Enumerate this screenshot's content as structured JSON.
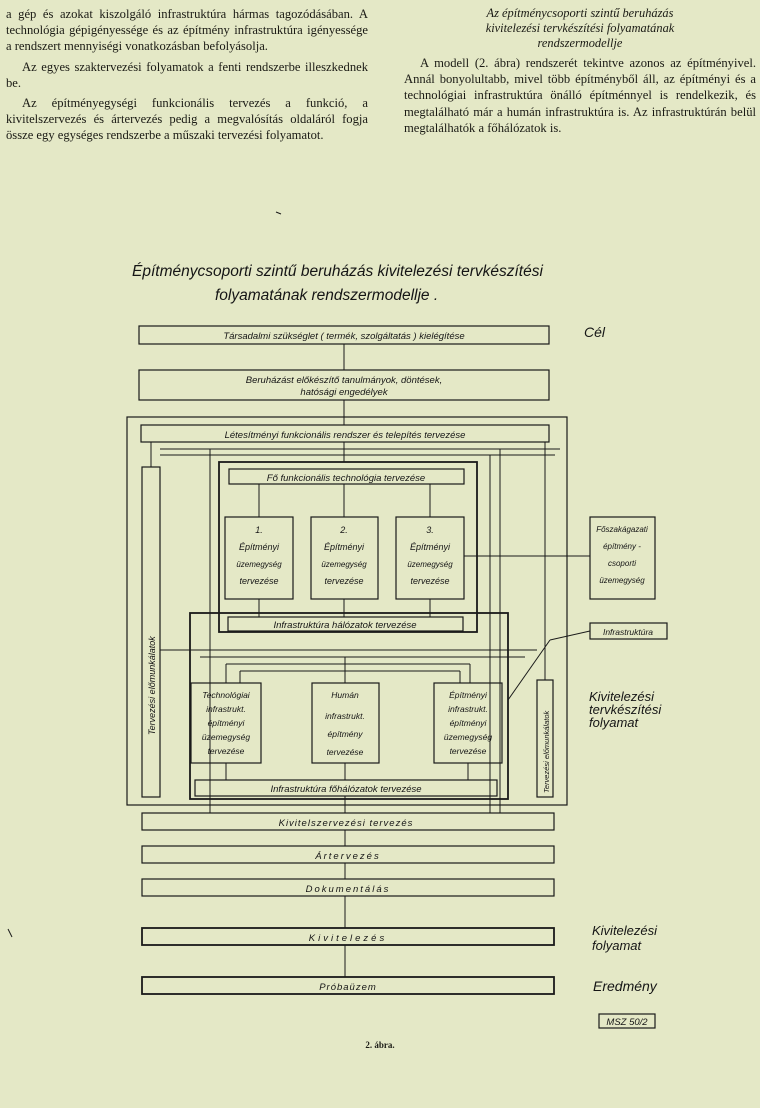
{
  "text": {
    "left_paragraphs": [
      "a gép és azokat kiszolgáló infrastruktúra hármas tagozódásában. A technológia gépigényessége és az építmény infrastruktúra igényessége a rendszert mennyiségi vonatkozásban befolyásolja.",
      "Az egyes szaktervezési folyamatok a fenti rendszerbe illeszkednek be.",
      "Az építményegységi funkcionális tervezés a funkció, a kivitelszervezés és ártervezés pedig a megvalósítás oldaláról fogja össze egy egységes rendszerbe a műszaki tervezési folyamatot."
    ],
    "right_heading": [
      "Az építménycsoporti szintű beruházás",
      "kivitelezési tervkészítési folyamatának",
      "rendszermodellje"
    ],
    "right_paragraph": "A modell (2. ábra) rendszerét tekintve azonos az építményivel. Annál bonyolultabb, mivel több építményből áll, az építményi és a technológiai infrastruktúra önálló építménnyel is rendelkezik, és megtalálható már a humán infrastruktúra is. Az infrastruktúrán belül megtalálhatók a főhálózatok is."
  },
  "diagram": {
    "title_line1": "Építménycsoporti szintű beruházás kivitelezési tervkészítési",
    "title_line2": "folyamatának rendszermodellje .",
    "box_cel": "Társadalmi szükséglet ( termék, szolgáltatás )   kielégítése",
    "box_beruhazas_1": "Beruházást előkészítő tanulmányok, döntések,",
    "box_beruhazas_2": "hatósági engedélyek",
    "box_letesitmenyi": "Létesítményi funkcionális rendszer és telepítés tervezése",
    "box_fo_funkc": "Fő funkcionális technológia tervezése",
    "unit1": [
      "1.",
      "Építményi",
      "üzemegység",
      "tervezése"
    ],
    "unit2": [
      "2.",
      "Építményi",
      "üzemegység",
      "tervezése"
    ],
    "unit3": [
      "3.",
      "Építményi",
      "üzemegység",
      "tervezése"
    ],
    "box_foszak": [
      "Főszakágazati",
      "építmény -",
      "csoporti",
      "üzemegység"
    ],
    "box_infra_halozat": "Infrastruktúra hálózatok tervezése",
    "box_infrastruktura": "Infrastruktúra",
    "left_vertical": "Tervezési előmunkálatok",
    "right_vertical": "Tervezési előmunkálatok",
    "box_tech_infra": [
      "Technológiai",
      "infrastrukt.",
      "építményi",
      "üzemegység",
      "tervezése"
    ],
    "box_human": [
      "Humán",
      "infrastrukt.",
      "építmény",
      "tervezése"
    ],
    "box_epitm_infra": [
      "Építményi",
      "infrastrukt.",
      "építményi",
      "üzemegység",
      "tervezése"
    ],
    "box_fohalozat": "Infrastruktúra főhálózatok tervezése",
    "box_kivitelszervezesi": "Kivitelszervezési tervezés",
    "box_arterv": "Ártervezés",
    "box_dokument": "Dokumentálás",
    "box_kivitelezes": "Kivitelezés",
    "box_probauzem": "Próbaüzem",
    "label_cel": "Cél",
    "label_kiv_folyamat": [
      "Kivitelezési",
      "tervkészítési",
      "folyamat"
    ],
    "label_kiv_folyamat2": [
      "Kivitelezési",
      "folyamat"
    ],
    "label_eredmeny": "Eredmény",
    "stamp": "MSZ 50/2"
  },
  "caption": "2. ábra."
}
